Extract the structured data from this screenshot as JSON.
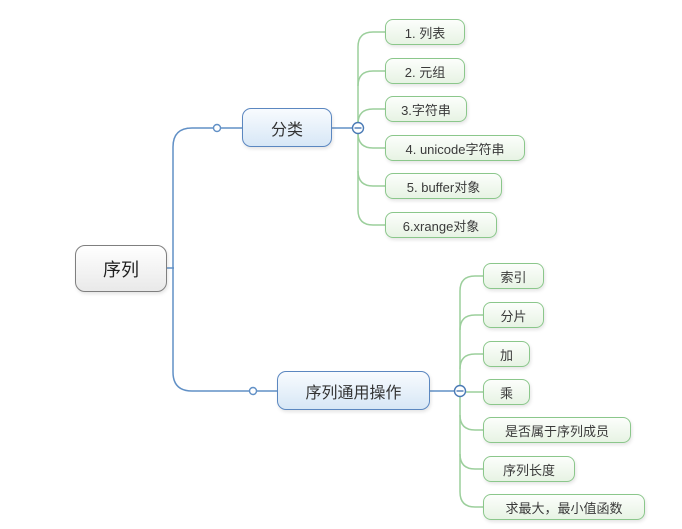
{
  "root": {
    "label": "序列"
  },
  "branches": [
    {
      "label": "分类",
      "collapse_state": "expanded",
      "collapse_icon": "minus-circle-icon",
      "children": [
        "1. 列表",
        "2. 元组",
        "3.字符串",
        "4. unicode字符串",
        "5. buffer对象",
        "6.xrange对象"
      ]
    },
    {
      "label": "序列通用操作",
      "collapse_state": "expanded",
      "collapse_icon": "minus-circle-icon",
      "children": [
        "索引",
        "分片",
        "加",
        "乘",
        "是否属于序列成员",
        "序列长度",
        "求最大，最小值函数"
      ]
    }
  ],
  "colors": {
    "background": "#ffffff",
    "root_border": "#7f7f7f",
    "branch_border": "#5b87c0",
    "child_border": "#8bc78b",
    "edge_blue": "#6190c6",
    "edge_green": "#9ccf9c",
    "collapse_icon_blue": "#4a7ab5"
  }
}
